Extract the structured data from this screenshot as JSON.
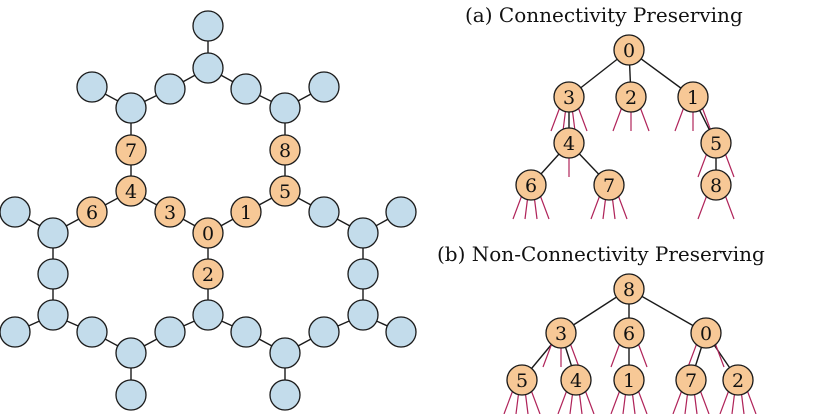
{
  "molecule": {
    "labels": {
      "n0": "0",
      "n1": "1",
      "n2": "2",
      "n3": "3",
      "n4": "4",
      "n5": "5",
      "n6": "6",
      "n7": "7",
      "n8": "8"
    }
  },
  "tree_a": {
    "title": "(a) Connectivity Preserving",
    "labels": [
      "0",
      "3",
      "2",
      "1",
      "4",
      "5",
      "6",
      "7",
      "8"
    ]
  },
  "tree_b": {
    "title": "(b) Non-Connectivity Preserving",
    "labels": [
      "8",
      "3",
      "6",
      "0",
      "5",
      "4",
      "1",
      "7",
      "2"
    ]
  },
  "colors": {
    "blue_node": "#c3dceb",
    "orange_node": "#f7c896",
    "stub": "#b0245a",
    "edge": "#1a1a1a"
  }
}
